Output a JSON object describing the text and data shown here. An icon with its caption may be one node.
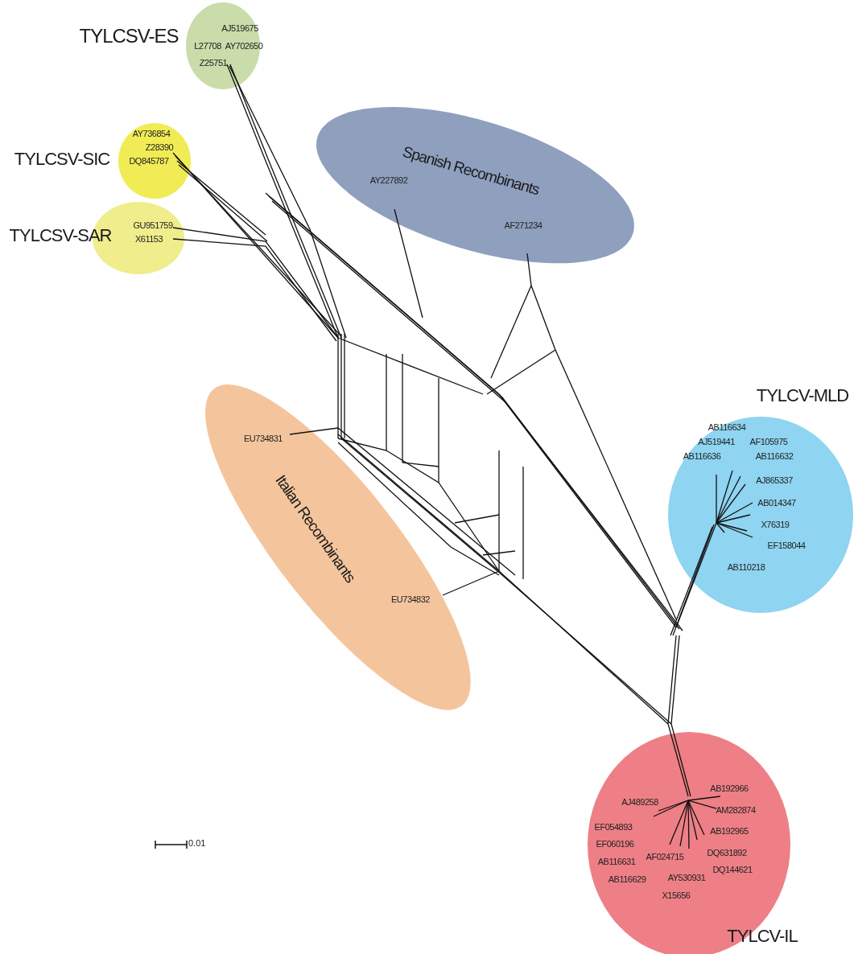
{
  "diagram": {
    "nodes": [
      {
        "text": [
          "TYLCSV-ES",
          "AJ519675",
          "L27708",
          "AY702650",
          "Z25751"
        ]
      },
      {
        "text": [
          "TYLCSV-SIC",
          "AY736854",
          "Z28390",
          "DQ845787"
        ]
      },
      {
        "text": [
          "TYLCSV-SAR",
          "GU951759",
          "X61153"
        ]
      },
      {
        "text": [
          "Spanish Recombinants",
          "AY227892",
          "AF271234"
        ]
      },
      {
        "text": [
          "Italian Recombinants",
          "EU734831",
          "EU734832"
        ]
      },
      {
        "text": [
          "TYLCV-MLD",
          "AB116634",
          "AJ519441",
          "AF105975",
          "AB116636",
          "AB116632",
          "AJ865337",
          "AB014347",
          "X76319",
          "EF158044",
          "AB110218"
        ]
      },
      {
        "text": [
          "TYLCV-IL",
          "AJ489258",
          "AB192966",
          "AM282874",
          "EF054893",
          "AB192965",
          "EF060196",
          "DQ631892",
          "AB116631",
          "AF024715",
          "DQ144621",
          "AB116629",
          "AY530931",
          "X15656"
        ]
      }
    ],
    "labels": [
      "0.01"
    ]
  }
}
